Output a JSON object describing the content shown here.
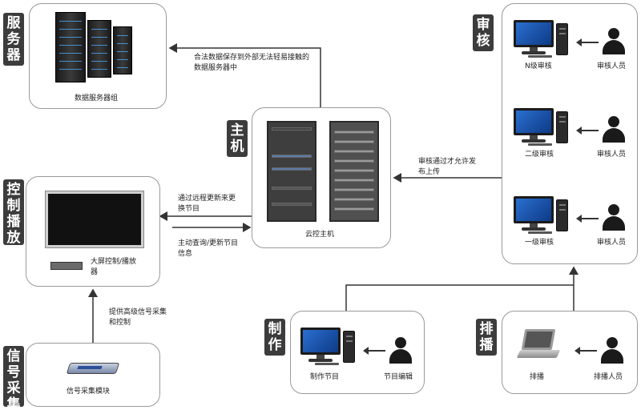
{
  "tags": {
    "server": "服务器",
    "host": "主机",
    "review": "审核",
    "control_play": "控制播放",
    "signal": "信号采集",
    "produce": "制作",
    "schedule": "排播"
  },
  "server_group": {
    "label": "数据服务器组"
  },
  "cloud_host": {
    "label": "云控主机"
  },
  "arrow_labels": {
    "to_server": "合法数据保存到外部无法轻易接触的数据服务器中",
    "review_publish": "审核通过才允许发布上传",
    "remote_update": "通过远程更新来更换节目",
    "query_update": "主动查询/更新节目信息",
    "signal_control": "提供高级信号采集和控制"
  },
  "review_levels": [
    {
      "pc_label": "N级审核",
      "person_label": "审核人员"
    },
    {
      "pc_label": "二级审核",
      "person_label": "审核人员"
    },
    {
      "pc_label": "一级审核",
      "person_label": "审核人员"
    }
  ],
  "player": {
    "label": "大屏控制/播放器"
  },
  "signal_module": {
    "label": "信号采集模块"
  },
  "produce": {
    "pc_label": "制作节目",
    "person_label": "节目编辑"
  },
  "schedule": {
    "device_label": "排播",
    "person_label": "排播人员"
  },
  "colors": {
    "tag_bg": "#3c3c3c",
    "screen": "#1f5fb8",
    "border": "#9a9a9a"
  }
}
